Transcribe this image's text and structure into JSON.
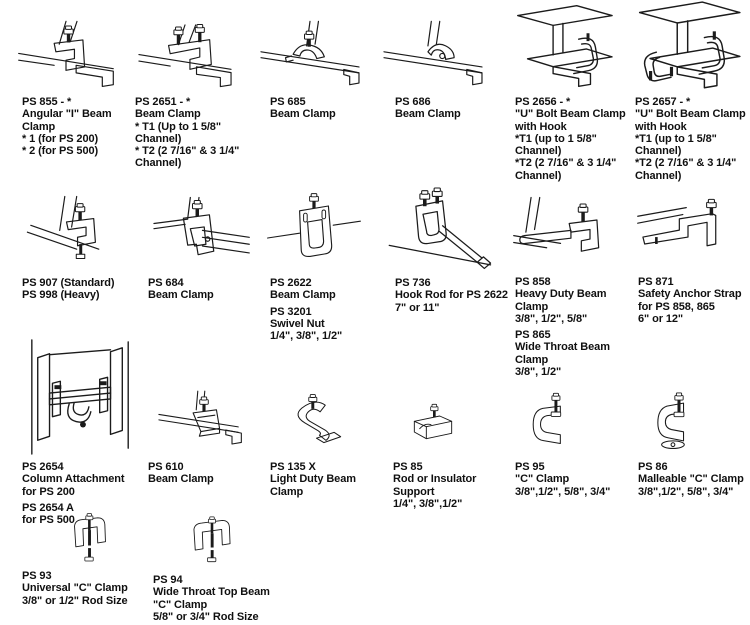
{
  "page": {
    "paper_color": "#ffffff",
    "ink_color": "#1b1b1b"
  },
  "products": [
    {
      "id": "ps855",
      "icon": "angular-i-beam-clamp-illustration",
      "blocks": [
        [
          "PS 855 - *",
          "Angular \"I\" Beam",
          "Clamp",
          "* 1 (for PS 200)",
          "* 2 (for PS 500)"
        ]
      ]
    },
    {
      "id": "ps2651",
      "icon": "beam-clamp-illustration",
      "blocks": [
        [
          "PS 2651 - *",
          "Beam Clamp",
          "* T1 (Up to 1 5/8\"",
          "Channel)",
          "* T2 (2 7/16\" & 3 1/4\"",
          "Channel)"
        ]
      ]
    },
    {
      "id": "ps685",
      "icon": "beam-clamp-illustration",
      "blocks": [
        [
          "PS 685",
          "Beam Clamp"
        ]
      ]
    },
    {
      "id": "ps686",
      "icon": "beam-clamp-illustration",
      "blocks": [
        [
          "PS 686",
          "Beam Clamp"
        ]
      ]
    },
    {
      "id": "ps2656",
      "icon": "u-bolt-beam-clamp-illustration",
      "blocks": [
        [
          "PS 2656 - *",
          "\"U\" Bolt Beam Clamp",
          "with Hook",
          "*T1 (up to 1 5/8\"",
          "Channel)",
          "*T2 (2 7/16\" & 3 1/4\"",
          "Channel)"
        ]
      ]
    },
    {
      "id": "ps2657",
      "icon": "u-bolt-beam-clamp-illustration",
      "blocks": [
        [
          "PS 2657 - *",
          "\"U\" Bolt Beam Clamp",
          "with Hook",
          "*T1 (up to 1 5/8\"",
          "Channel)",
          "*T2 (2 7/16\" & 3 1/4\"",
          "Channel)"
        ]
      ]
    },
    {
      "id": "ps907",
      "icon": "c-clamp-beam-illustration",
      "blocks": [
        [
          "PS 907 (Standard)",
          "PS 998 (Heavy)"
        ]
      ]
    },
    {
      "id": "ps684",
      "icon": "beam-clamp-illustration",
      "blocks": [
        [
          "PS 684",
          "Beam Clamp"
        ]
      ]
    },
    {
      "id": "ps2622",
      "icon": "beam-clamp-bracket-illustration",
      "blocks": [
        [
          "PS 2622",
          "Beam Clamp"
        ],
        [
          "PS 3201",
          "Swivel Nut",
          "1/4\", 3/8\", 1/2\""
        ]
      ]
    },
    {
      "id": "ps736",
      "icon": "hook-rod-illustration",
      "blocks": [
        [
          "PS 736",
          "Hook Rod for PS 2622",
          "7\" or 11\""
        ]
      ]
    },
    {
      "id": "ps858",
      "icon": "heavy-duty-beam-clamp-illustration",
      "blocks": [
        [
          "PS 858",
          "Heavy Duty Beam",
          "Clamp",
          "3/8\", 1/2\", 5/8\""
        ],
        [
          "PS 865",
          "Wide Throat Beam",
          "Clamp",
          "3/8\", 1/2\""
        ]
      ]
    },
    {
      "id": "ps871",
      "icon": "safety-anchor-strap-illustration",
      "blocks": [
        [
          "PS 871",
          "Safety Anchor Strap",
          "for PS 858, 865",
          "6\" or 12\""
        ]
      ]
    },
    {
      "id": "ps2654",
      "icon": "column-attachment-illustration",
      "blocks": [
        [
          "PS 2654",
          "Column Attachment",
          "for PS 200"
        ],
        [
          "PS 2654 A",
          "for PS 500"
        ]
      ]
    },
    {
      "id": "ps610",
      "icon": "beam-clamp-illustration",
      "blocks": [
        [
          "PS 610",
          "Beam Clamp"
        ]
      ]
    },
    {
      "id": "ps135x",
      "icon": "light-duty-beam-clamp-illustration",
      "blocks": [
        [
          "PS 135 X",
          "Light Duty Beam",
          "Clamp"
        ]
      ]
    },
    {
      "id": "ps85",
      "icon": "rod-insulator-support-illustration",
      "blocks": [
        [
          "PS 85",
          "Rod or Insulator",
          "Support",
          "1/4\", 3/8\",1/2\""
        ]
      ]
    },
    {
      "id": "ps95",
      "icon": "c-clamp-illustration",
      "blocks": [
        [
          "PS 95",
          "\"C\" Clamp",
          "3/8\",1/2\", 5/8\", 3/4\""
        ]
      ]
    },
    {
      "id": "ps86",
      "icon": "malleable-c-clamp-illustration",
      "blocks": [
        [
          "PS 86",
          "Malleable \"C\" Clamp",
          "3/8\",1/2\", 5/8\", 3/4\""
        ]
      ]
    },
    {
      "id": "ps93",
      "icon": "universal-c-clamp-illustration",
      "blocks": [
        [
          "PS 93",
          "Universal \"C\" Clamp",
          "3/8\" or 1/2\" Rod Size"
        ]
      ]
    },
    {
      "id": "ps94",
      "icon": "wide-throat-c-clamp-illustration",
      "blocks": [
        [
          "PS 94",
          "Wide Throat Top Beam",
          "\"C\" Clamp",
          "5/8\" or 3/4\" Rod Size"
        ]
      ]
    }
  ]
}
